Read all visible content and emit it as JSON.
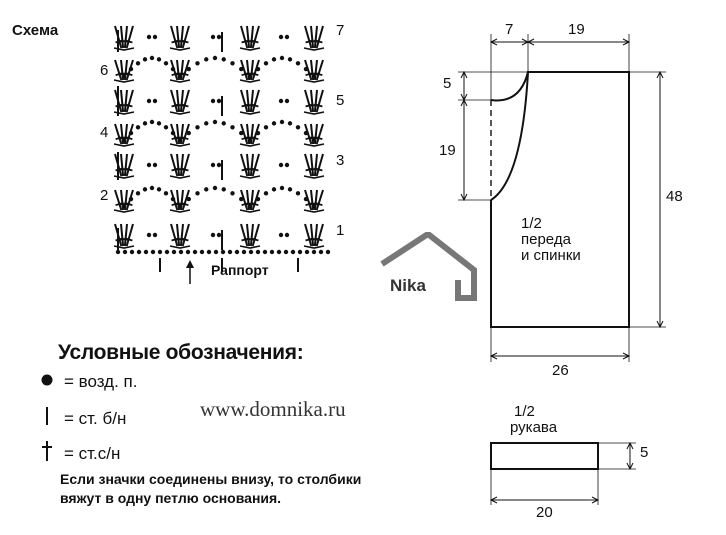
{
  "scheme": {
    "title": "Схема",
    "row_numbers_right": [
      "7",
      "5",
      "3",
      "1"
    ],
    "row_numbers_left": [
      "6",
      "4",
      "2"
    ],
    "repeat_label": "Раппорт"
  },
  "legend": {
    "title": "Условные обозначения:",
    "items": [
      {
        "symbol": "dot-icon",
        "text": "= возд. п."
      },
      {
        "symbol": "bar-icon",
        "text": "= ст. б/н"
      },
      {
        "symbol": "dagger-icon",
        "text": "= ст.с/н"
      }
    ],
    "note_line1": "Если значки соединены внизу, то столбики",
    "note_line2": "вяжут в одну петлю основания."
  },
  "watermark": "www.domnika.ru",
  "logo": "Nika",
  "pattern_body": {
    "label_line1": "1/2",
    "label_line2": "переда",
    "label_line3": "и спинки",
    "dims": {
      "neck_width": "7",
      "shoulder_width": "19",
      "neck_depth": "5",
      "armhole_depth": "19",
      "total_height": "48",
      "width": "26"
    }
  },
  "pattern_sleeve": {
    "label_line1": "1/2",
    "label_line2": "рукава",
    "dims": {
      "height": "5",
      "width": "20"
    }
  }
}
